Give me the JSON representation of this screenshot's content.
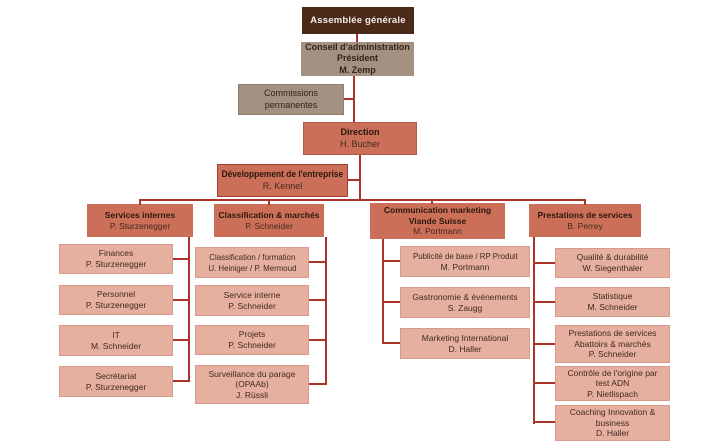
{
  "palette": {
    "dark_brown": "#4b2a1a",
    "tan": "#a39181",
    "salmon": "#cc6f58",
    "light_salmon": "#e5b0a0",
    "line": "#ab342a",
    "ink": "#2a180f"
  },
  "chain": {
    "assemblee": [
      "Assemblée générale"
    ],
    "conseil": [
      "Conseil d'administration",
      "Président",
      "M. Zemp"
    ],
    "commissions": [
      "Commissions",
      "permanentes"
    ],
    "direction": [
      "Direction",
      "H. Bucher"
    ],
    "developpement": [
      "Développement de l'entreprise",
      "R. Kennel"
    ]
  },
  "columns": [
    {
      "header_bold": [
        "Services internes"
      ],
      "header_name": "P. Sturzenegger",
      "items": [
        [
          "Finances",
          "P. Sturzenegger"
        ],
        [
          "Personnel",
          "P. Sturzenegger"
        ],
        [
          "IT",
          "M. Schneider"
        ],
        [
          "Secrétariat",
          "P. Sturzenegger"
        ]
      ]
    },
    {
      "header_bold": [
        "Classification & marchés"
      ],
      "header_name": "P. Schneider",
      "items": [
        [
          "Classification / formation",
          "U. Heiniger / P. Mermoud"
        ],
        [
          "Service interne",
          "P. Schneider"
        ],
        [
          "Projets",
          "P. Schneider"
        ],
        [
          "Surveillance du parage",
          "(OPAAb)",
          "J. Rüssli"
        ]
      ]
    },
    {
      "header_bold": [
        "Communication marketing",
        "Viande Suisse"
      ],
      "header_name": "M. Portmann",
      "items": [
        [
          "Publicité de base / RP Produit",
          "M. Portmann"
        ],
        [
          "Gastronomie & événements",
          "S. Zaugg"
        ],
        [
          "Marketing International",
          "D. Haller"
        ]
      ]
    },
    {
      "header_bold": [
        "Prestations de services"
      ],
      "header_name": "B. Perrey",
      "items": [
        [
          "Qualité & durabilité",
          "W. Siegenthaler"
        ],
        [
          "Statistique",
          "M. Schneider"
        ],
        [
          "Prestations de services",
          "Abattoirs & marchés",
          "P. Schneider"
        ],
        [
          "Contrôle de l'origine par",
          "test ADN",
          "P. Nietlispach"
        ],
        [
          "Coaching Innovation &",
          "business",
          "D. Haller"
        ]
      ]
    }
  ]
}
